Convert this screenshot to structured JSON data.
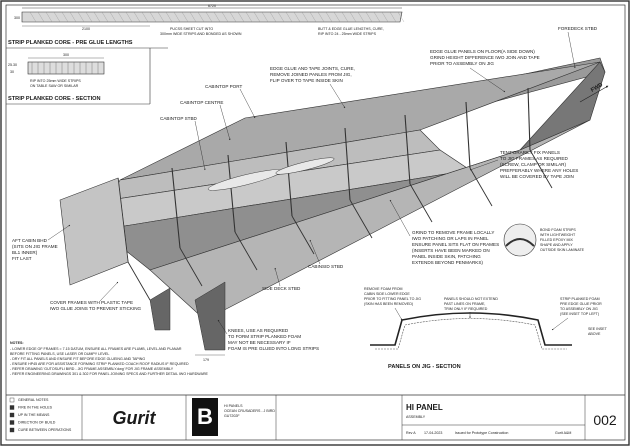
{
  "strip_lengths": {
    "title": "STRIP PLANKED CORE - PRE GLUE LENGTHS",
    "dim_top": "6720",
    "dim_left": "2100",
    "dim_side": "300",
    "note_center": [
      "PUCSS SHEET CUT INTO",
      "300mm WIDE STRIPS AND BONDED AS SHOWN"
    ],
    "note_right": [
      "BUTT & EDGE GLUE LENGTHS, CURE,",
      "RIP INTO 24 - 25mm WIDE STRIPS"
    ]
  },
  "strip_section": {
    "title": "STRIP PLANKED CORE - SECTION",
    "dim_top": "300",
    "dim_a": "25.30",
    "dim_b": "30",
    "note": [
      "RIP INTO 25mm WIDE STRIPS",
      "ON TABLE SAW OR SIMILAR"
    ]
  },
  "callouts": {
    "foredeck": "FOREDECK STBD",
    "edge_glue": [
      "EDGE GLUE PANELS ON FLOOR(A SIDE DOWN)",
      "GRIND HEIGHT DIFFERENCE IWO JOIN AND TAPE",
      "PRIOR TO ASSEMBLY ON JIG"
    ],
    "edge_glue_tape": [
      "EDGE GLUE AND TAPE JOINTS, CURE,",
      "REMOVE JOINED PANLES FROM JIG,",
      "FLIP OVER TO TAPE INSIDE SKIN"
    ],
    "cabintop_port": "CABINTOP PORT",
    "cabintop_centre": "CABINTOP CENTRE",
    "cabintop_stbd": "CABINTOP STBD",
    "fwd": "FWD",
    "temp_fix": [
      "TEMPORARILY FIX PANELS",
      "TO JIG FRAMES AS REQUIRED",
      "(SCREW, CLAMP OR SIMILAR)",
      "PREFFERABLY WHERE ANY HOLES",
      "WILL BE COVERED BY TAPE JOIN"
    ],
    "grind": [
      "GRIND TO REMOVE FRAME LOCALLY",
      "IWO PATCHING OR LAPS IN PANEL",
      "ENSURE PANEL SITS FLAT ON FRAMES",
      "(INSERTS HAVE BEEN MARKED ON",
      "PANEL INSIDE SKIN, PATCHING",
      "EXTENDS BEYOND PENMARKS)"
    ],
    "aft_cabin": [
      "AFT CABIN BHD",
      "(SITS ON JIG FRAME",
      "BL1 INNER)",
      "FIT LAST"
    ],
    "cabinside": "CABINSID STBD",
    "sidedeck": "SIDE DECK STBD",
    "cover_frames": [
      "COVER FRAMES WITH PLASTIC TAPE",
      "IWO GLUE JOINS TO PREVENT STICKING"
    ],
    "knees": [
      "KNEES, USE AS REQUIRED",
      "TO FORM STRIP PLANKED FOAM",
      "MAY NOT BE NECESSARY IF",
      "FOAM IS PRE GLUED INTO LONG STRIPS"
    ],
    "dim_179": "179"
  },
  "bond_foam": [
    "BOND FOAM STRIPS",
    "WITH LIGHTWEIGHT",
    "FILLED EPOXY MIX",
    "SHAPE AND APPLY",
    "OUTSIDE SKIN LAMINATE"
  ],
  "section": {
    "title": "PANELS ON JIG - SECTION",
    "remove_foam": [
      "REMOVE FOAM FROM",
      "CABIN SIDE LOWER EDGE",
      "PRIOR TO FITTING PANEL TO JIG",
      "(SKIN HAS BEEN REMOVED)"
    ],
    "not_extend": [
      "PANELS SHOULD NOT EXTEND",
      "PAST LINES ON FRAME,",
      "TRIM ONLY IF REQUIRED"
    ],
    "strip_planked": [
      "STRIP PLANKED FOAM",
      "PRE EDGE GLUE PRIOR",
      "TO ASSEMBLY ON JIG",
      "(SEE INSET TOP LEFT)"
    ],
    "see_inset": [
      "SEE INSET",
      "ABOVE"
    ]
  },
  "notes": {
    "heading": "NOTES:",
    "lines": [
      "- LOWER EDGE OF FRAMES = 7.15 DATUM, ENSURE ALL FRAMES ARE PLUMB, LEVEL AND PLANAR",
      "  BEFORE FITTING PANELS, USE LASER OR DUMPY LEVEL",
      "- DRY FIT ALL PANELS AND ENSURE FIT BEFORE EDGE GLUEING AND TAPING",
      "- ENSURE HP45 ARE FOR ASSISTANCE FORMING STRIP PLANKED COACH ROOF RADIUS IF REQUIRED",
      "- REFER DRAWING 'GUTOSUFLI BIRD - JIG FRAME ASSEMBLY.dwg' FOR JIG FRAME ASSEMBLY",
      "- REFER ENGINEERING DRAWINGS 301 & 302 FOR PANEL JOINING SPECS AND FURTHER DETAIL IWO HARDWARE"
    ]
  },
  "legend": {
    "rows": [
      "GENERAL NOTES",
      "FIRE IN THE HOLES",
      "UP IN THE MEANS",
      "DIRECTION OF BUILD",
      "CURE BETWEEN OPERATIONS"
    ]
  },
  "titleblock": {
    "brand": "Gurit",
    "logo_mark": "B",
    "project": [
      "HI PANELS",
      "OCEAN CRUSADERS - J BIRD",
      "GU7202F"
    ],
    "drawing_title": "HI PANEL",
    "drawing_sub": "ASSEMBLY",
    "rev_row": [
      "Rev A",
      "17-04-2023",
      "Issued for Prototype Construction",
      "Gurit A&M"
    ],
    "sheet_no": "002"
  }
}
